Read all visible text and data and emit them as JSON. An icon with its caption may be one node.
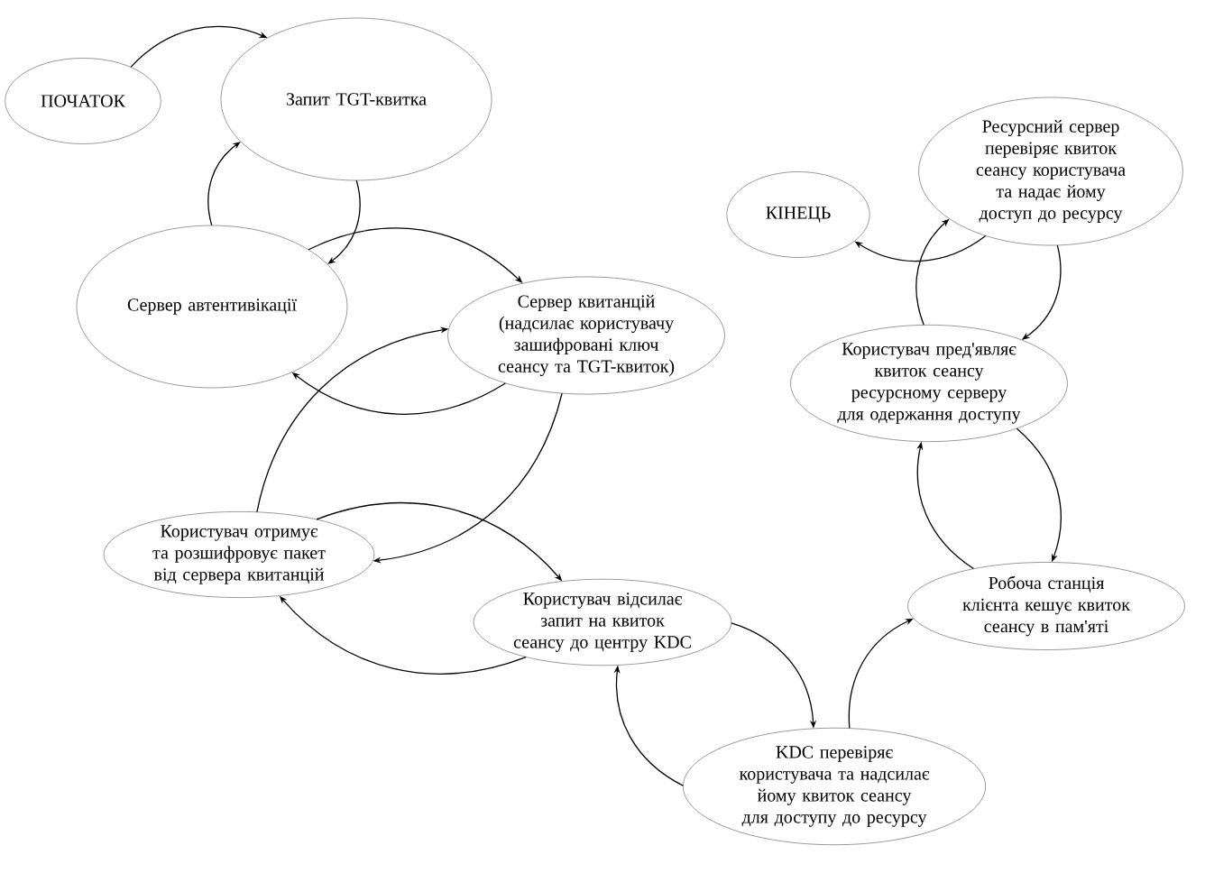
{
  "diagram": {
    "nodes": [
      {
        "text": [
          "ПОЧАТОК"
        ]
      },
      {
        "text": [
          "Запит TGT-квитка"
        ]
      },
      {
        "text": [
          "Сервер автентивікації"
        ]
      },
      {
        "text": [
          "Сервер квитанцій (надсилає користувачу зашифровані ключ сеансу та TGT-квиток)"
        ]
      },
      {
        "text": [
          "КІНЕЦЬ"
        ]
      },
      {
        "text": [
          "Ресурсний сервер перевіряє квиток сеансу користувача та надає йому доступ до ресурсу"
        ]
      },
      {
        "text": [
          "Користувач пред'являє квиток сеансу ресурсному серверу для одержання доступу"
        ]
      },
      {
        "text": [
          "Користувач отримує та розшифровує пакет від сервера квитанцій"
        ]
      },
      {
        "text": [
          "Користувач відсилає запит на квиток сеансу до центру KDC"
        ]
      },
      {
        "text": [
          "Робоча станція клієнта кешує квиток сеансу в пам'яті"
        ]
      },
      {
        "text": [
          "KDC перевіряє користувача та надсилає йому квиток сеансу для доступу до ресурсу"
        ]
      }
    ],
    "edges": [
      {
        "from": 0,
        "to": 1,
        "arrow": "to"
      },
      {
        "from": 2,
        "to": 1,
        "arrow": "to"
      },
      {
        "from": 1,
        "to": 2,
        "arrow": "to"
      },
      {
        "from": 2,
        "to": 3,
        "arrow": "to"
      },
      {
        "from": 3,
        "to": 2,
        "arrow": "to"
      },
      {
        "from": 7,
        "to": 3,
        "arrow": "to"
      },
      {
        "from": 3,
        "to": 7,
        "arrow": "to"
      },
      {
        "from": 7,
        "to": 8,
        "arrow": "to"
      },
      {
        "from": 8,
        "to": 7,
        "arrow": "to"
      },
      {
        "from": 8,
        "to": 10,
        "arrow": "to"
      },
      {
        "from": 10,
        "to": 8,
        "arrow": "to"
      },
      {
        "from": 10,
        "to": 9,
        "arrow": "to"
      },
      {
        "from": 9,
        "to": 6,
        "arrow": "to"
      },
      {
        "from": 6,
        "to": 9,
        "arrow": "to"
      },
      {
        "from": 6,
        "to": 5,
        "arrow": "to"
      },
      {
        "from": 5,
        "to": 6,
        "arrow": "to"
      },
      {
        "from": 5,
        "to": 4,
        "arrow": "to"
      }
    ]
  }
}
